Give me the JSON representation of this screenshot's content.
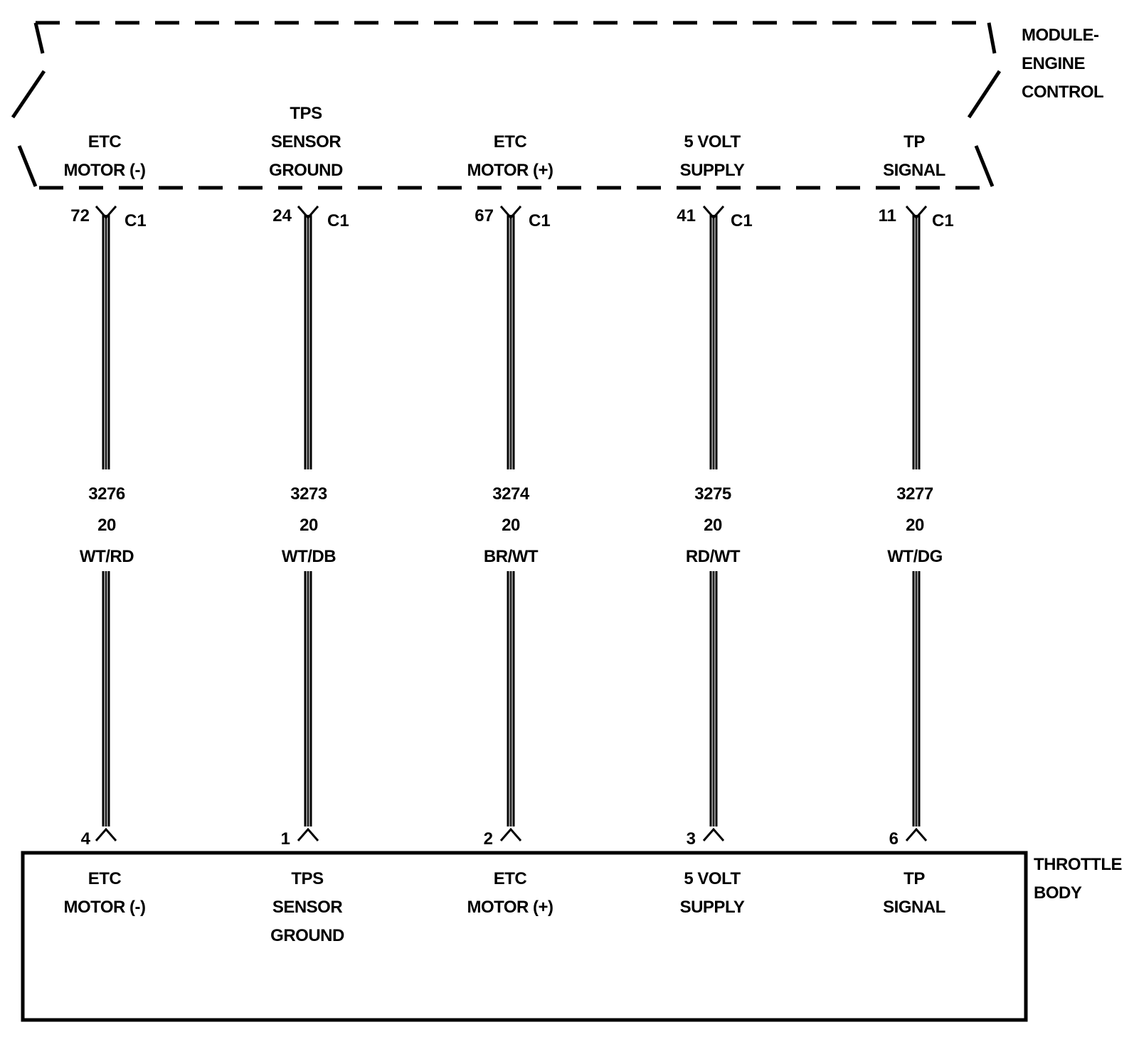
{
  "module": {
    "title_lines": [
      "MODULE-",
      "ENGINE",
      "CONTROL"
    ],
    "connector": "C1"
  },
  "component": {
    "title_lines": [
      "THROTTLE",
      "BODY"
    ]
  },
  "wires": [
    {
      "module_label": [
        "ETC",
        "MOTOR (-)"
      ],
      "module_pin": "72",
      "circuit": "3276",
      "gauge": "20",
      "color": "WT/RD",
      "component_pin": "4",
      "component_label": [
        "ETC",
        "MOTOR (-)"
      ]
    },
    {
      "module_label": [
        "TPS",
        "SENSOR",
        "GROUND"
      ],
      "module_pin": "24",
      "circuit": "3273",
      "gauge": "20",
      "color": "WT/DB",
      "component_pin": "1",
      "component_label": [
        "TPS",
        "SENSOR",
        "GROUND"
      ]
    },
    {
      "module_label": [
        "ETC",
        "MOTOR (+)"
      ],
      "module_pin": "67",
      "circuit": "3274",
      "gauge": "20",
      "color": "BR/WT",
      "component_pin": "2",
      "component_label": [
        "ETC",
        "MOTOR (+)"
      ]
    },
    {
      "module_label": [
        "5 VOLT",
        "SUPPLY"
      ],
      "module_pin": "41",
      "circuit": "3275",
      "gauge": "20",
      "color": "RD/WT",
      "component_pin": "3",
      "component_label": [
        "5 VOLT",
        "SUPPLY"
      ]
    },
    {
      "module_label": [
        "TP",
        "SIGNAL"
      ],
      "module_pin": "11",
      "circuit": "3277",
      "gauge": "20",
      "color": "WT/DG",
      "component_pin": "6",
      "component_label": [
        "TP",
        "SIGNAL"
      ]
    }
  ]
}
